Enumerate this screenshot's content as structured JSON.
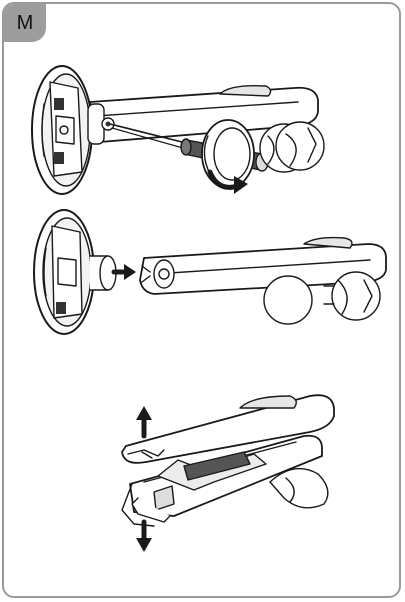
{
  "step": {
    "label": "M"
  },
  "colors": {
    "frame": "#9a9a9a",
    "tab": "#9d9d9d",
    "ink": "#1a1a1a",
    "fill": "#ffffff",
    "shade": "#e6e6e6",
    "dark": "#555555"
  },
  "panels": [
    {
      "name": "unscrew-bracket",
      "icons": [
        "screwdriver-icon",
        "rotate-arrow-icon"
      ]
    },
    {
      "name": "detach-arm",
      "icons": [
        "arrow-right-icon"
      ]
    },
    {
      "name": "open-housing",
      "icons": [
        "arrow-up-icon",
        "arrow-down-icon"
      ]
    }
  ]
}
